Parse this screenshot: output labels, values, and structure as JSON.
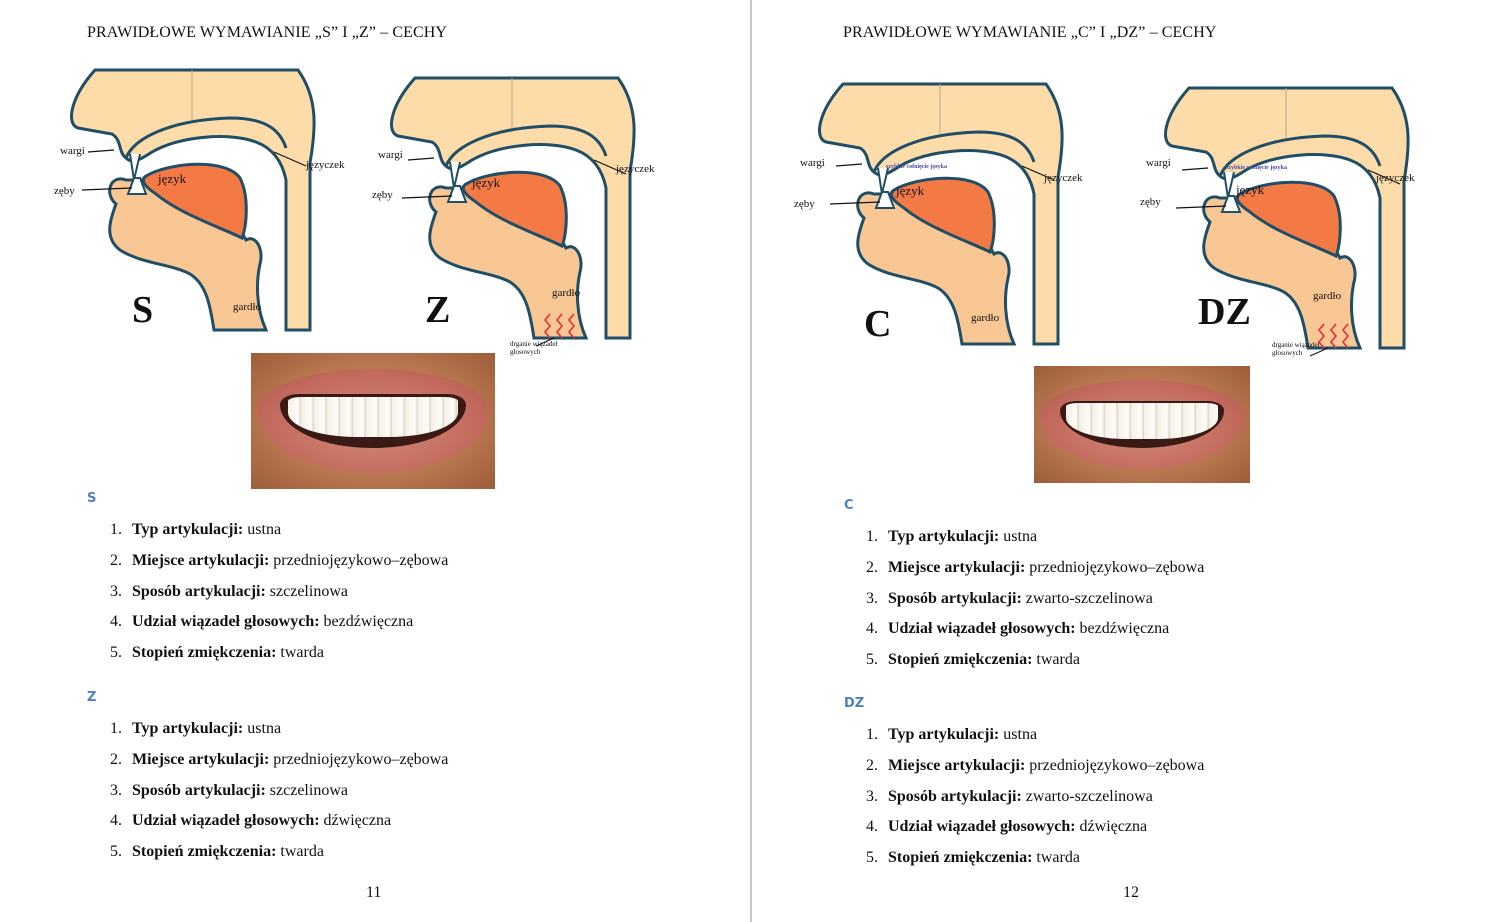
{
  "colors": {
    "section_heading": "#4f81bd",
    "tongue": "#f47a45",
    "skin_light": "#fddcaa",
    "skin": "#f9c794",
    "outline": "#1f4e66",
    "vibration": "#e0303a"
  },
  "pages": [
    {
      "header": "PRAWIDŁOWE WYMAWIANIE „S” I „Z” – CECHY",
      "diagrams": [
        {
          "letter": "S",
          "labels": {
            "lips": "wargi",
            "teeth": "zęby",
            "tongue": "język",
            "uvula": "języczek",
            "throat": "gardło"
          }
        },
        {
          "letter": "Z",
          "labels": {
            "lips": "wargi",
            "teeth": "zęby",
            "tongue": "język",
            "uvula": "języczek",
            "throat": "gardło",
            "vibration": "drganie wiązadeł głosowych"
          }
        }
      ],
      "sections": [
        {
          "title": "S",
          "items": [
            {
              "num": "1.",
              "label": "Typ artykulacji:",
              "value": "ustna"
            },
            {
              "num": "2.",
              "label": "Miejsce artykulacji:",
              "value": "przedniojęzykowo–zębowa"
            },
            {
              "num": "3.",
              "label": "Sposób artykulacji:",
              "value": "szczelinowa"
            },
            {
              "num": "4.",
              "label": "Udział wiązadeł głosowych:",
              "value": "bezdźwięczna"
            },
            {
              "num": "5.",
              "label": "Stopień zmiękczenia:",
              "value": "twarda"
            }
          ]
        },
        {
          "title": "Z",
          "items": [
            {
              "num": "1.",
              "label": "Typ artykulacji:",
              "value": "ustna"
            },
            {
              "num": "2.",
              "label": "Miejsce artykulacji:",
              "value": "przedniojęzykowo–zębowa"
            },
            {
              "num": "3.",
              "label": "Sposób artykulacji:",
              "value": "szczelinowa"
            },
            {
              "num": "4.",
              "label": "Udział wiązadeł głosowych:",
              "value": "dźwięczna"
            },
            {
              "num": "5.",
              "label": "Stopień zmiękczenia:",
              "value": "twarda"
            }
          ]
        }
      ],
      "page_number": "11"
    },
    {
      "header": "PRAWIDŁOWE WYMAWIANIE „C” I „DZ” – CECHY",
      "diagrams": [
        {
          "letter": "C",
          "labels": {
            "lips": "wargi",
            "teeth": "zęby",
            "tongue": "język",
            "uvula": "języczek",
            "throat": "gardło",
            "note": "szybkie cofnięcie języka"
          }
        },
        {
          "letter": "DZ",
          "labels": {
            "lips": "wargi",
            "teeth": "zęby",
            "tongue": "język",
            "uvula": "języczek",
            "throat": "gardło",
            "note": "szybkie cofnięcie języka",
            "vibration": "drganie wiązadeł głosowych"
          }
        }
      ],
      "sections": [
        {
          "title": "C",
          "items": [
            {
              "num": "1.",
              "label": "Typ artykulacji:",
              "value": "ustna"
            },
            {
              "num": "2.",
              "label": "Miejsce artykulacji:",
              "value": "przedniojęzykowo–zębowa"
            },
            {
              "num": "3.",
              "label": "Sposób artykulacji:",
              "value": "zwarto-szczelinowa"
            },
            {
              "num": "4.",
              "label": "Udział wiązadeł głosowych:",
              "value": "bezdźwięczna"
            },
            {
              "num": "5.",
              "label": "Stopień zmiękczenia:",
              "value": "twarda"
            }
          ]
        },
        {
          "title": "DZ",
          "items": [
            {
              "num": "1.",
              "label": "Typ artykulacji:",
              "value": "ustna"
            },
            {
              "num": "2.",
              "label": "Miejsce artykulacji:",
              "value": "przedniojęzykowo–zębowa"
            },
            {
              "num": "3.",
              "label": "Sposób artykulacji:",
              "value": "zwarto-szczelinowa"
            },
            {
              "num": "4.",
              "label": "Udział wiązadeł głosowych:",
              "value": "dźwięczna"
            },
            {
              "num": "5.",
              "label": "Stopień zmiękczenia:",
              "value": "twarda"
            }
          ]
        }
      ],
      "page_number": "12"
    }
  ]
}
